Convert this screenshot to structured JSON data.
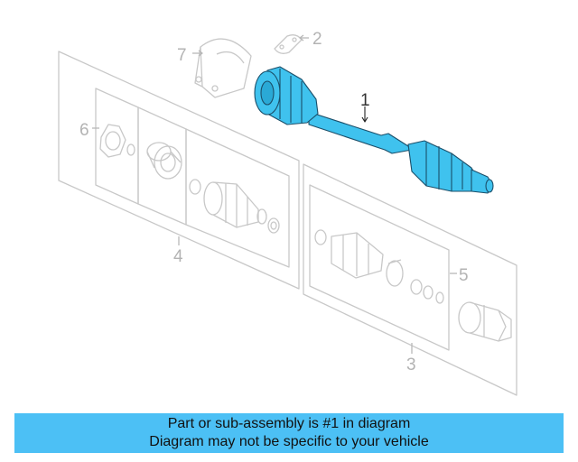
{
  "diagram": {
    "callouts": [
      "1",
      "2",
      "3",
      "4",
      "5",
      "6",
      "7"
    ],
    "colors": {
      "highlight": "#3fc2ee",
      "outline_gray": "#c4c4c4",
      "banner": "#4cc0f5"
    }
  },
  "banner": {
    "line1": "Part or sub-assembly is #1 in diagram",
    "line2": "Diagram may not be specific to your vehicle"
  }
}
